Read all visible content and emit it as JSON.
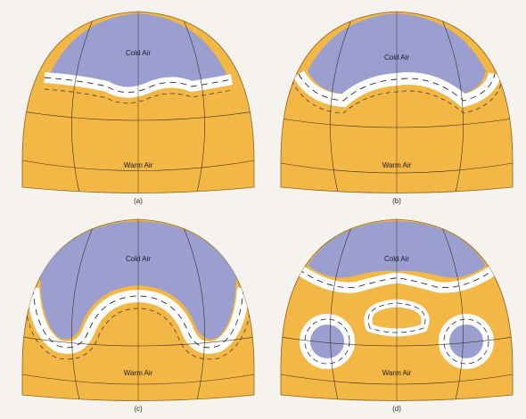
{
  "colors": {
    "cold": "#9a9fd0",
    "warm": "#f2b744",
    "band": "#ffffff",
    "stroke": "#2b2b3a"
  },
  "panels": [
    {
      "id": "a",
      "caption": "(a)",
      "cold_label": "Cold Air",
      "warm_label": "Warm Air"
    },
    {
      "id": "b",
      "caption": "(b)",
      "cold_label": "Cold Air",
      "warm_label": "Warm Air"
    },
    {
      "id": "c",
      "caption": "(c)",
      "cold_label": "Cold Air",
      "warm_label": "Warm Air"
    },
    {
      "id": "d",
      "caption": "(d)",
      "cold_label": "Cold Air",
      "warm_label": "Warm Air"
    }
  ]
}
